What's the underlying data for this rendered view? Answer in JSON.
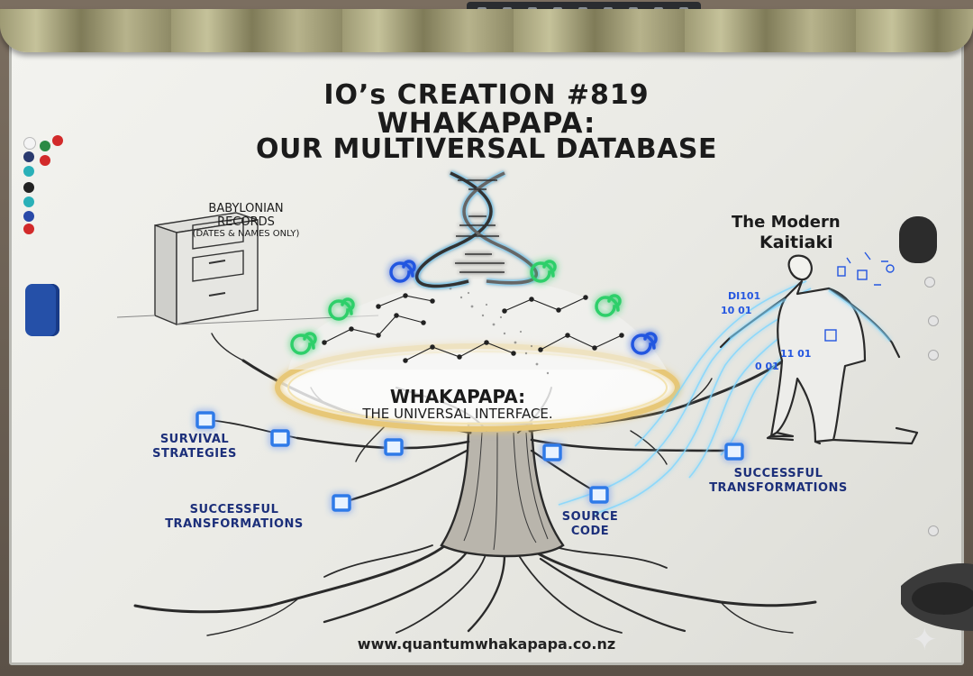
{
  "title": {
    "line1": "IO’s CREATION #819",
    "line2": "WHAKAPAPA:",
    "line3": "OUR MULTIVERSAL DATABASE"
  },
  "babylonian": {
    "label": "BABYLONIAN RECORDS",
    "sublabel": "(DATES & NAMES ONLY)"
  },
  "kaitiaki": {
    "line1": "The Modern",
    "line2": "Kaitiaki"
  },
  "core": {
    "title": "WHAKAPAPA:",
    "subtitle": "THE UNIVERSAL INTERFACE."
  },
  "nodes": {
    "survival": "SURVIVAL STRATEGIES",
    "transform_left": "SUCCESSFUL TRANSFORMATIONS",
    "source_code": "SOURCE CODE",
    "transform_right": "SUCCESSFUL TRANSFORMATIONS"
  },
  "data_glyphs": {
    "b1": "DI101",
    "b2": "10 01",
    "b3": "11 01",
    "b4": "0 01"
  },
  "footer": {
    "url": "www.quantumwhakapapa.co.nz"
  },
  "colors": {
    "node_blue": "#2f7ae8",
    "glow_cyan": "#7fd6ff",
    "swirl_green": "#2ecf6a",
    "swirl_blue": "#2456e0",
    "label_navy": "#1c2f7a",
    "ring_gold": "#e7c777"
  }
}
